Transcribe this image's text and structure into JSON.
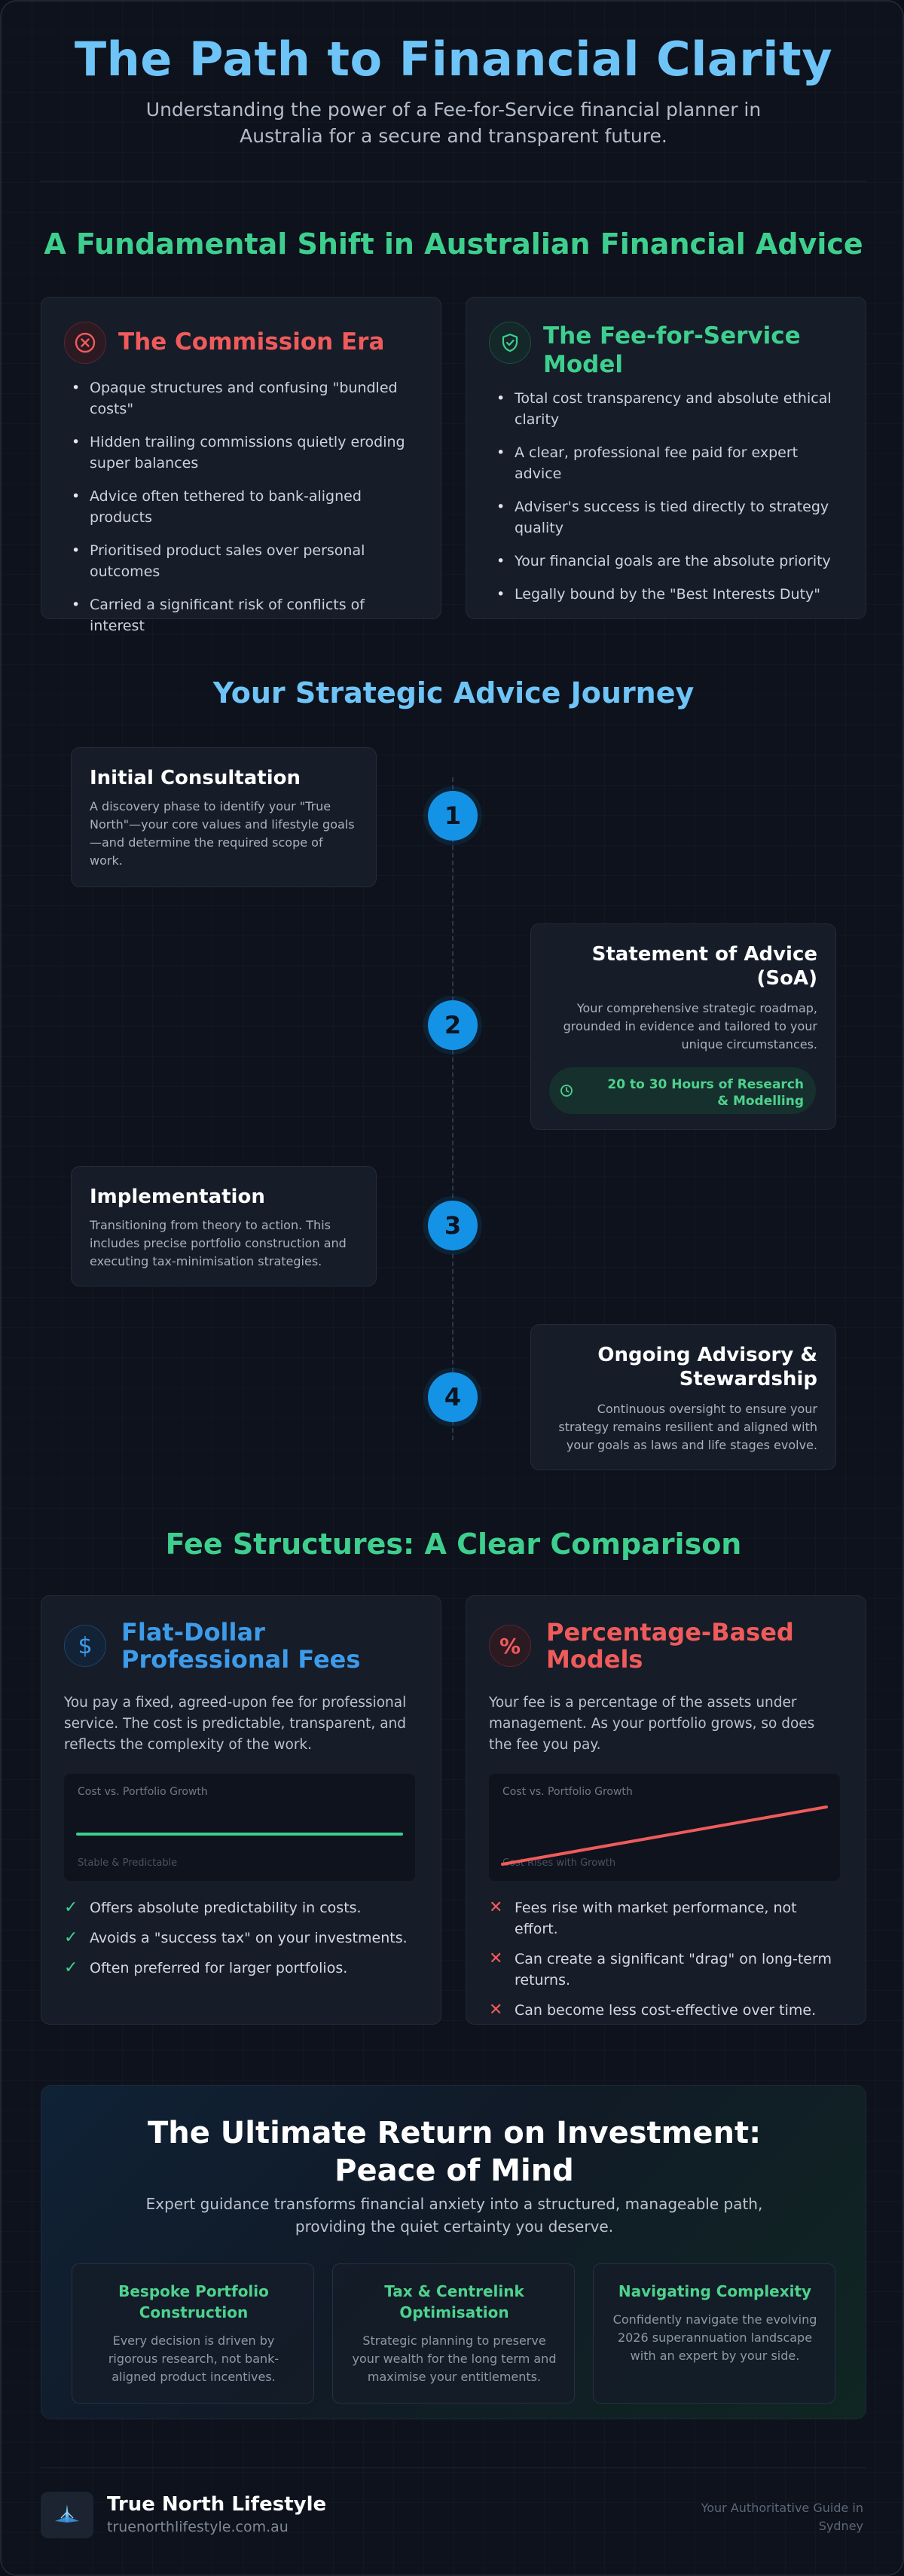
{
  "hero": {
    "title": "The Path to Financial Clarity",
    "subtitle": "Understanding the power of a Fee-for-Service financial planner in Australia for a secure and transparent future."
  },
  "shift": {
    "title": "A Fundamental Shift in Australian Financial Advice",
    "commission": {
      "title": "The Commission Era",
      "icon": "x-circle-icon",
      "color": "#ef5b5b",
      "items": [
        "Opaque structures and confusing \"bundled costs\"",
        "Hidden trailing commissions quietly eroding super balances",
        "Advice often tethered to bank-aligned products",
        "Prioritised product sales over personal outcomes",
        "Carried a significant risk of conflicts of interest"
      ]
    },
    "fee_service": {
      "title": "The Fee-for-Service Model",
      "icon": "shield-check-icon",
      "color": "#3ecf8e",
      "items": [
        "Total cost transparency and absolute ethical clarity",
        "A clear, professional fee paid for expert advice",
        "Adviser's success is tied directly to strategy quality",
        "Your financial goals are the absolute priority",
        "Legally bound by the \"Best Interests Duty\""
      ]
    }
  },
  "journey": {
    "title": "Your Strategic Advice Journey",
    "steps": [
      {
        "number": "1",
        "title": "Initial Consultation",
        "desc": "A discovery phase to identify your \"True North\"—your core values and lifestyle goals—and determine the required scope of work."
      },
      {
        "number": "2",
        "title": "Statement of Advice (SoA)",
        "desc": "Your comprehensive strategic roadmap, grounded in evidence and tailored to your unique circumstances.",
        "badge": "20 to 30 Hours of Research & Modelling"
      },
      {
        "number": "3",
        "title": "Implementation",
        "desc": "Transitioning from theory to action. This includes precise portfolio construction and executing tax-minimisation strategies."
      },
      {
        "number": "4",
        "title": "Ongoing Advisory & Stewardship",
        "desc": "Continuous oversight to ensure your strategy remains resilient and aligned with your goals as laws and life stages evolve."
      }
    ]
  },
  "fees": {
    "title": "Fee Structures: A Clear Comparison",
    "flat": {
      "title": "Flat-Dollar Professional Fees",
      "icon": "dollar-icon",
      "color": "#3d9be9",
      "desc": "You pay a fixed, agreed-upon fee for professional service. The cost is predictable, transparent, and reflects the complexity of the work.",
      "chart_label": "Cost vs. Portfolio Growth",
      "chart_foot": "Stable & Predictable",
      "points": [
        "Offers absolute predictability in costs.",
        "Avoids a \"success tax\" on your investments.",
        "Often preferred for larger portfolios."
      ]
    },
    "percent": {
      "title": "Percentage-Based Models",
      "icon": "percent-icon",
      "color": "#ef5b5b",
      "desc": "Your fee is a percentage of the assets under management. As your portfolio grows, so does the fee you pay.",
      "chart_label": "Cost vs. Portfolio Growth",
      "chart_foot": "Cost Rises with Growth",
      "points": [
        "Fees rise with market performance, not effort.",
        "Can create a significant \"drag\" on long-term returns.",
        "Can become less cost-effective over time."
      ]
    }
  },
  "roi": {
    "title": "The Ultimate Return on Investment: Peace of Mind",
    "subtitle": "Expert guidance transforms financial anxiety into a structured, manageable path, providing the quiet certainty you deserve.",
    "pillars": [
      {
        "title": "Bespoke Portfolio Construction",
        "desc": "Every decision is driven by rigorous research, not bank-aligned product incentives."
      },
      {
        "title": "Tax & Centrelink Optimisation",
        "desc": "Strategic planning to preserve your wealth for the long term and maximise your entitlements."
      },
      {
        "title": "Navigating Complexity",
        "desc": "Confidently navigate the evolving 2026 superannuation landscape with an expert by your side."
      }
    ]
  },
  "footer": {
    "brand": "True North Lifestyle",
    "url": "truenorthlifestyle.com.au",
    "tagline": "Your Authoritative Guide in Sydney",
    "logo_icon": "compass-star-icon"
  }
}
